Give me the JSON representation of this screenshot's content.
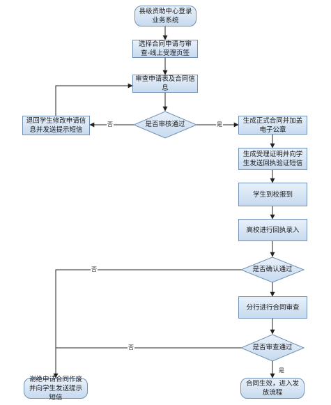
{
  "nodes": {
    "start": "县级资助中心登录业务系统",
    "select": "选择合同申请与审查-线上受理页签",
    "review": "审查申请表及合同信息",
    "approved_q": "是否审核通过",
    "return_edit": "退回学生修改申请信息并发送提示短信",
    "generate": "生成正式合同并加盖电子公章",
    "certificate": "生成受理证明并向学生发送回执验证短信",
    "checkin": "学生到校报到",
    "receipt": "高校进行回执录入",
    "confirm_q": "是否确认通过",
    "bank_review": "分行进行合同审查",
    "bank_q": "是否审查通过",
    "reject": "谢绝申请合同作废并向学生发送提示短信",
    "effective": "合同生效，进入发放流程"
  },
  "edge_labels": {
    "no1": "否",
    "yes1": "是",
    "no2": "否",
    "no3": "否",
    "yes3": "是"
  }
}
